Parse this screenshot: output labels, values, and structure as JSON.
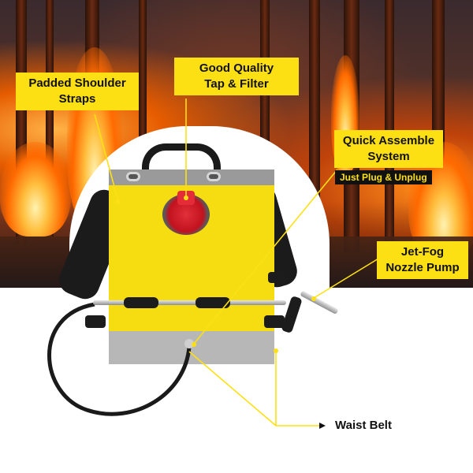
{
  "callouts": {
    "padded_straps": "Padded Shoulder\nStraps",
    "tap_filter": "Good Quality\nTap & Filter",
    "quick_assemble": "Quick Assemble\nSystem",
    "quick_assemble_sub": "Just Plug &  Unplug",
    "jet_fog": "Jet-Fog\nNozzle Pump",
    "waist_belt": "Waist Belt"
  },
  "colors": {
    "callout_bg": "#fde014",
    "callout_text": "#111111",
    "bag_yellow": "#f6dd11",
    "cap_red": "#c1121f",
    "leader_line": "#fde014"
  },
  "icons": {
    "leader_end": "dot",
    "arrow": "arrow-right-icon"
  }
}
